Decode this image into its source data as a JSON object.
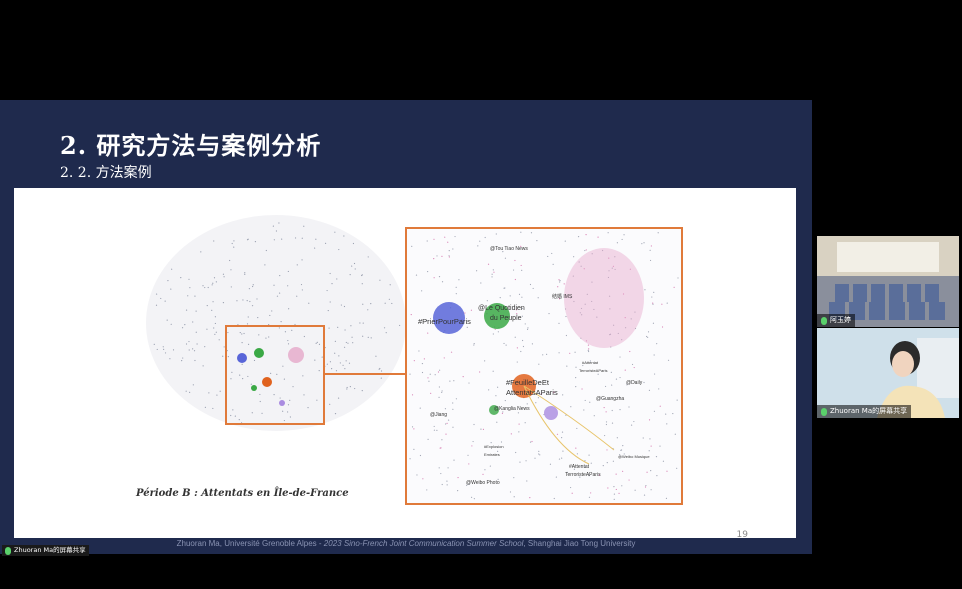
{
  "slide": {
    "title": "2. 研究方法与案例分析",
    "subtitle": "2. 2. 方法案例",
    "caption": "Période B : Attentats en Île-de-France",
    "page_number": "19",
    "footer_author": "Zhuoran Ma, Université Grenoble Alpes - ",
    "footer_event": "2023 Sino-French Joint Communication Summer School",
    "footer_place": ", Shanghai Jiao Tong University",
    "network_labels": [
      {
        "text": "@Tou Tiao News"
      },
      {
        "text": "@Le Quotidien"
      },
      {
        "text": "du Peuple"
      },
      {
        "text": "#PrierPourParis"
      },
      {
        "text": "结婚 IMS"
      },
      {
        "text": "#FeuilleDeEt"
      },
      {
        "text": "AttentatsAParis"
      },
      {
        "text": "#Attentat"
      },
      {
        "text": "TerroristeAParis"
      },
      {
        "text": "@Kanglia News"
      },
      {
        "text": "@Daily"
      },
      {
        "text": "@Guangzha"
      },
      {
        "text": "@Jiang"
      },
      {
        "text": "#Explosion"
      },
      {
        "text": "Emirates"
      },
      {
        "text": "@Weibo Photo"
      },
      {
        "text": "#Attentat"
      },
      {
        "text": "TerroristeAParis"
      },
      {
        "text": "@Weibo Musique"
      }
    ]
  },
  "participants": {
    "camera1_name": "阿玉婷",
    "camera2_name": "Zhuoran Ma的屏幕共享",
    "share_indicator": "Zhuoran Ma的屏幕共享"
  },
  "colors": {
    "slide_bg": "#1f2a4d",
    "highlight_box": "#e07a3a",
    "cluster_blue": "#5865d8",
    "cluster_green": "#3aa845",
    "cluster_orange": "#e0621e",
    "cluster_pink": "#d987b8",
    "cluster_purple": "#a98be0"
  }
}
